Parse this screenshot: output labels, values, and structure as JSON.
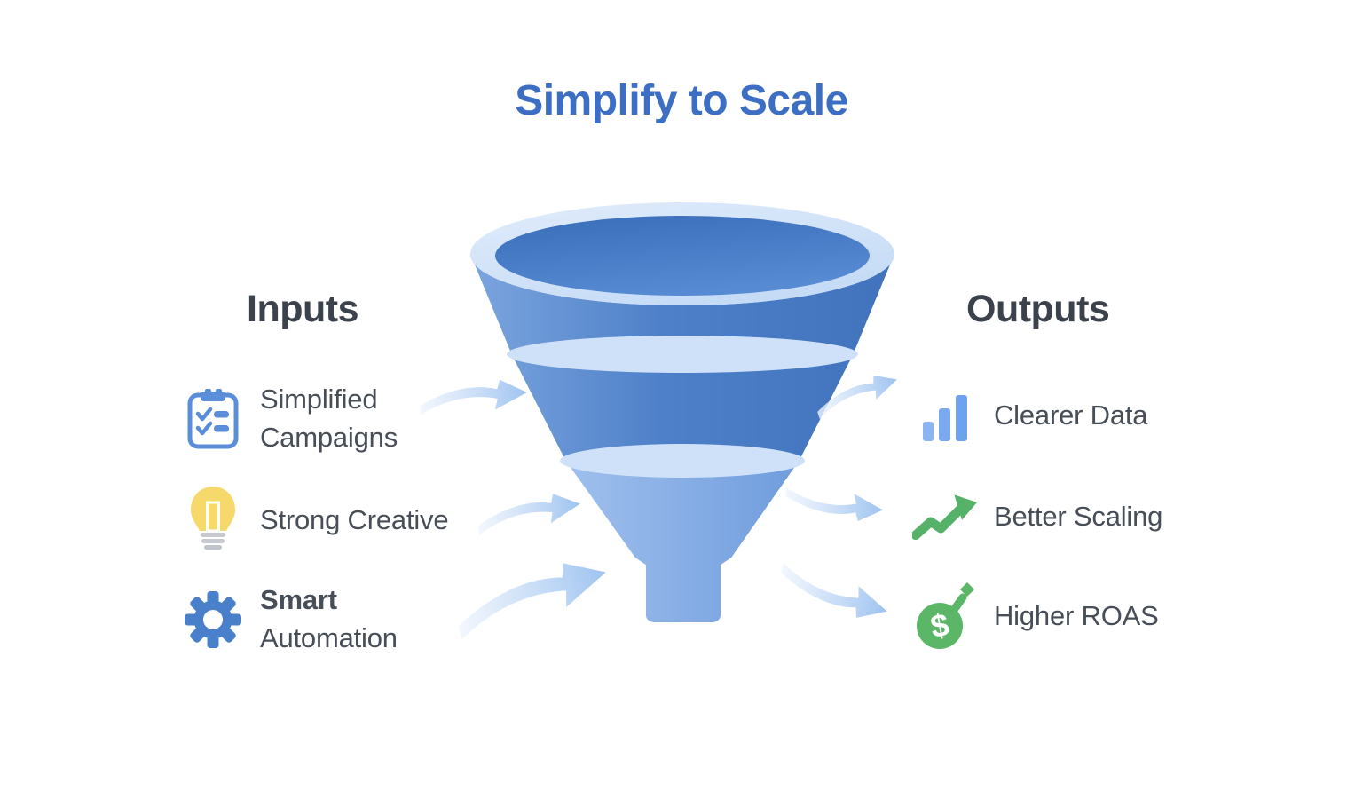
{
  "title": "Simplify to Scale",
  "inputs": {
    "heading": "Inputs",
    "items": [
      {
        "icon": "clipboard-checklist-icon",
        "label": "Simplified Campaigns"
      },
      {
        "icon": "lightbulb-icon",
        "label": "Strong Creative"
      },
      {
        "icon": "gear-icon",
        "label": "Smart Automation",
        "label_bold": "Smart",
        "label_rest": "Automation"
      }
    ]
  },
  "outputs": {
    "heading": "Outputs",
    "items": [
      {
        "icon": "bar-chart-icon",
        "label": "Clearer Data"
      },
      {
        "icon": "trend-up-arrow-icon",
        "label": "Better Scaling"
      },
      {
        "icon": "dollar-coin-icon",
        "label": "Higher ROAS"
      }
    ]
  },
  "funnel": {
    "type": "funnel",
    "stages": 3,
    "input_arrows": 3,
    "output_arrows": 3,
    "direction": "inputs-left-outputs-right"
  },
  "colors": {
    "title_blue": "#3c6ec3",
    "heading_dark": "#3b424c",
    "body_text": "#474e57",
    "funnel_blue": "#4e80c9",
    "funnel_light_band": "#cfe1f8",
    "icon_blue": "#5b8ed9",
    "bar_blue": "#79a9ef",
    "bulb_yellow": "#f6d96b",
    "base_gray": "#c6cad0",
    "success_green": "#5cb667",
    "arrow_blue": "#9ec3f0"
  },
  "dollar_sign": "$"
}
